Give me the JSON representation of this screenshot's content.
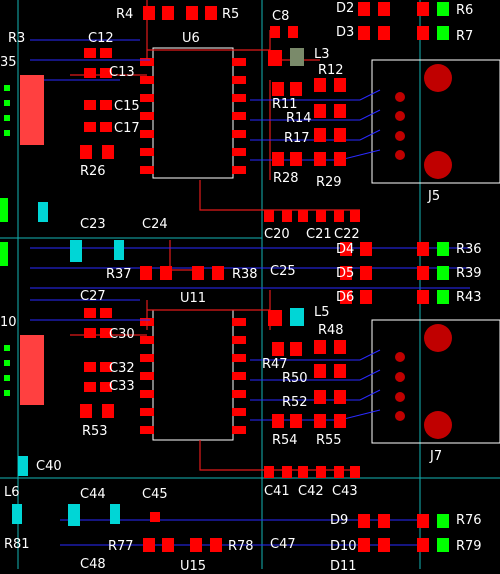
{
  "designators": {
    "R4": "R4",
    "R5": "R5",
    "U6": "U6",
    "C8": "C8",
    "D2": "D2",
    "D3": "D3",
    "R6": "R6",
    "R7": "R7",
    "R3": "R3",
    "R35": "35",
    "C12": "C12",
    "C13": "C13",
    "L3": "L3",
    "R12": "R12",
    "C15": "C15",
    "C17": "C17",
    "R11": "R11",
    "R14": "R14",
    "R17": "R17",
    "R26": "R26",
    "R28": "R28",
    "R29": "R29",
    "J5": "J5",
    "C20": "C20",
    "C21": "C21",
    "C22": "C22",
    "C23": "C23",
    "C24": "C24",
    "D4": "D4",
    "D5": "D5",
    "D6": "D6",
    "R36": "R36",
    "R39": "R39",
    "R43": "R43",
    "R37": "R37",
    "R38": "R38",
    "C25": "C25",
    "C27": "C27",
    "U11": "U11",
    "L5": "L5",
    "R48": "R48",
    "C30": "C30",
    "C32": "C32",
    "C33": "C33",
    "R47": "R47",
    "R50": "R50",
    "R52": "R52",
    "R53": "R53",
    "R54": "R54",
    "R55": "R55",
    "J7": "J7",
    "C40": "C40",
    "C41": "C41",
    "C42": "C42",
    "C43": "C43",
    "L6": "L6",
    "C44": "C44",
    "C45": "C45",
    "D9": "D9",
    "D10": "D10",
    "D11": "D11",
    "R76": "R76",
    "R79": "R79",
    "R81": "R81",
    "R77": "R77",
    "R78": "R78",
    "C47": "C47",
    "U15": "U15",
    "C48": "C48",
    "L10": "10"
  }
}
